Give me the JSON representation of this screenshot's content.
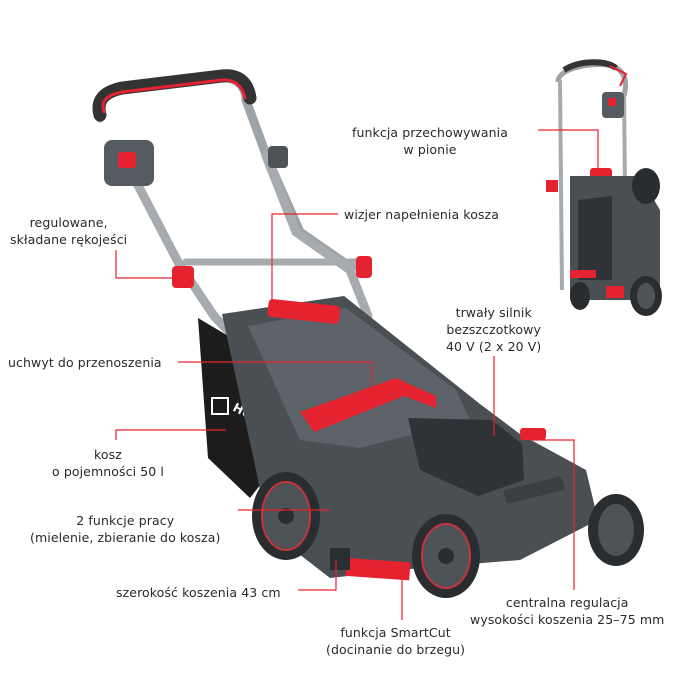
{
  "brand": "HORTMASZ",
  "accent_color": "#e52330",
  "labels": {
    "storage": [
      "funkcja przechowywania",
      "w pionie"
    ],
    "handles": [
      "regulowane,",
      "składane rękojeści"
    ],
    "viewer": "wizjer napełnienia kosza",
    "carry": "uchwyt do przenoszenia",
    "motor": [
      "trwały silnik",
      "bezszczotkowy",
      "40 V (2 x 20 V)"
    ],
    "basket": [
      "kosz",
      "o pojemności 50 l"
    ],
    "modes": [
      "2 funkcje pracy",
      "(mielenie, zbieranie do kosza)"
    ],
    "width": "szerokość koszenia 43 cm",
    "smartcut": [
      "funkcja SmartCut",
      "(docinanie do brzegu)"
    ],
    "height": [
      "centralna regulacja",
      "wysokości koszenia 25–75 mm"
    ]
  }
}
